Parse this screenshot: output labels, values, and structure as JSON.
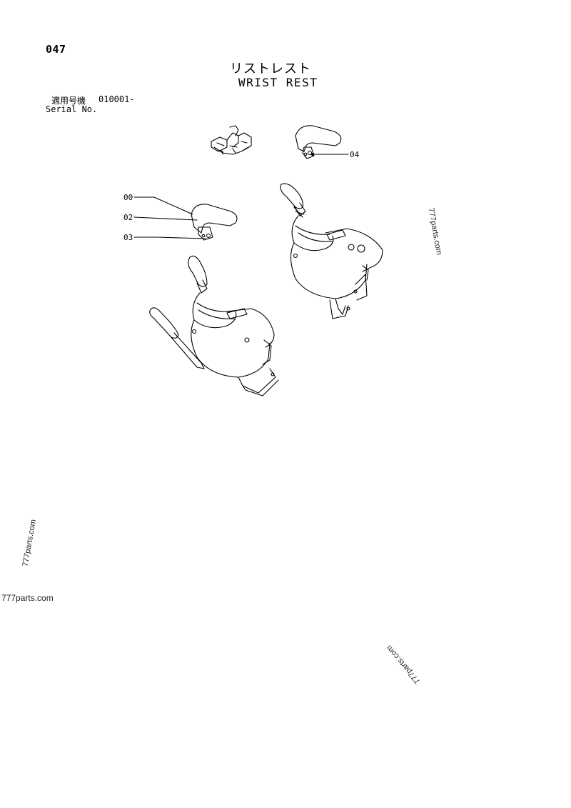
{
  "header": {
    "page_number": "047",
    "title_jp": "リストレスト",
    "title_en": "WRIST REST"
  },
  "serial": {
    "label_jp": "適用号機",
    "value": "010001-",
    "label_en": "Serial No."
  },
  "callouts": {
    "c00": "00",
    "c02": "02",
    "c03": "03",
    "c04": "04"
  },
  "watermarks": {
    "bottom_left": "777parts.com",
    "right": "777parts.com",
    "left_edge": "777parts",
    "left_lower": "777parts.com",
    "bottom_right": "777parts.com"
  }
}
